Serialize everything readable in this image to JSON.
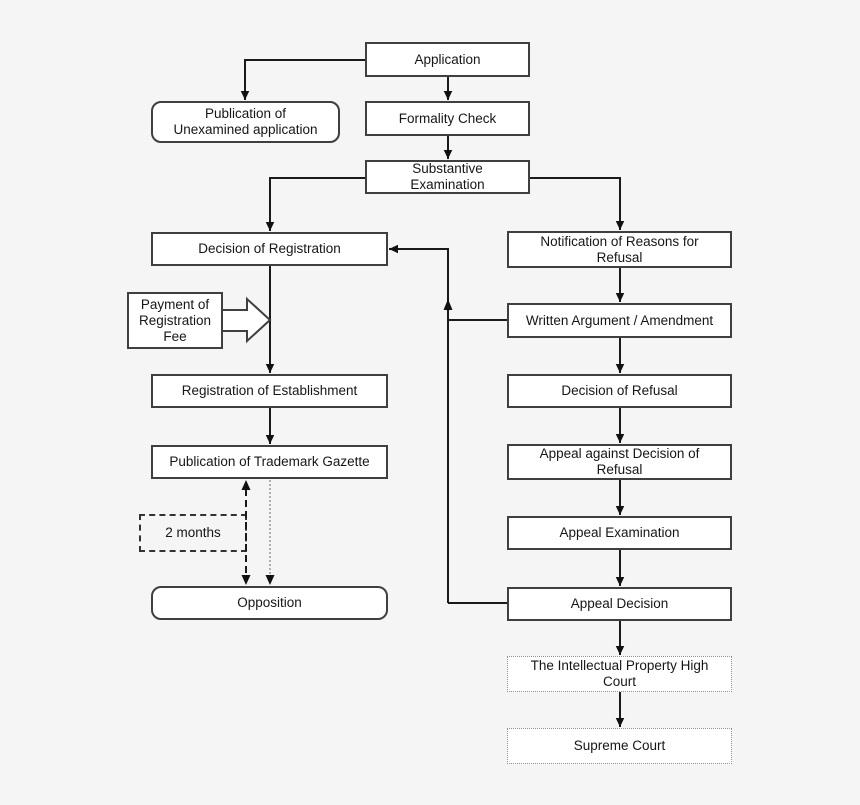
{
  "colors": {
    "background": "#f5f5f5",
    "node_fill": "#ffffff",
    "node_border": "#3f3f3f",
    "connector": "#1a1a1a",
    "dotted_box_border": "#8f8f8f",
    "dotted_connector": "#9a9a9a",
    "text": "#161616"
  },
  "nodes": {
    "application": "Application",
    "publication_unexamined": "Publication of\nUnexamined application",
    "formality_check": "Formality Check",
    "substantive_examination": "Substantive\nExamination",
    "decision_registration": "Decision of Registration",
    "notification_refusal": "Notification of Reasons for\nRefusal",
    "payment_fee": "Payment of\nRegistration\nFee",
    "written_argument": "Written Argument / Amendment",
    "registration_establishment": "Registration of Establishment",
    "decision_refusal": "Decision of Refusal",
    "publication_gazette": "Publication of Trademark Gazette",
    "appeal_against_refusal": "Appeal against Decision of\nRefusal",
    "two_months": "2 months",
    "appeal_examination": "Appeal Examination",
    "opposition": "Opposition",
    "appeal_decision": "Appeal Decision",
    "ip_high_court": "The Intellectual Property High\nCourt",
    "supreme_court": "Supreme Court"
  },
  "edges": [
    {
      "from": "application",
      "to": "publication_unexamined",
      "style": "solid"
    },
    {
      "from": "application",
      "to": "formality_check",
      "style": "solid"
    },
    {
      "from": "formality_check",
      "to": "substantive_examination",
      "style": "solid"
    },
    {
      "from": "substantive_examination",
      "to": "decision_registration",
      "style": "solid"
    },
    {
      "from": "substantive_examination",
      "to": "notification_refusal",
      "style": "solid"
    },
    {
      "from": "notification_refusal",
      "to": "written_argument",
      "style": "solid"
    },
    {
      "from": "written_argument",
      "to": "decision_refusal",
      "style": "solid"
    },
    {
      "from": "written_argument",
      "to": "decision_registration",
      "style": "solid-feedback"
    },
    {
      "from": "decision_refusal",
      "to": "appeal_against_refusal",
      "style": "solid"
    },
    {
      "from": "appeal_against_refusal",
      "to": "appeal_examination",
      "style": "solid"
    },
    {
      "from": "appeal_examination",
      "to": "appeal_decision",
      "style": "solid"
    },
    {
      "from": "appeal_decision",
      "to": "decision_registration",
      "style": "solid-feedback"
    },
    {
      "from": "appeal_decision",
      "to": "ip_high_court",
      "style": "solid"
    },
    {
      "from": "ip_high_court",
      "to": "supreme_court",
      "style": "solid"
    },
    {
      "from": "decision_registration",
      "to": "registration_establishment",
      "style": "solid"
    },
    {
      "from": "payment_fee",
      "to": "registration_establishment",
      "style": "block-arrow"
    },
    {
      "from": "registration_establishment",
      "to": "publication_gazette",
      "style": "solid"
    },
    {
      "from": "publication_gazette",
      "to": "opposition",
      "style": "dashed-double-arrow",
      "label": "2 months"
    },
    {
      "from": "publication_gazette",
      "to": "opposition",
      "style": "dotted"
    }
  ]
}
